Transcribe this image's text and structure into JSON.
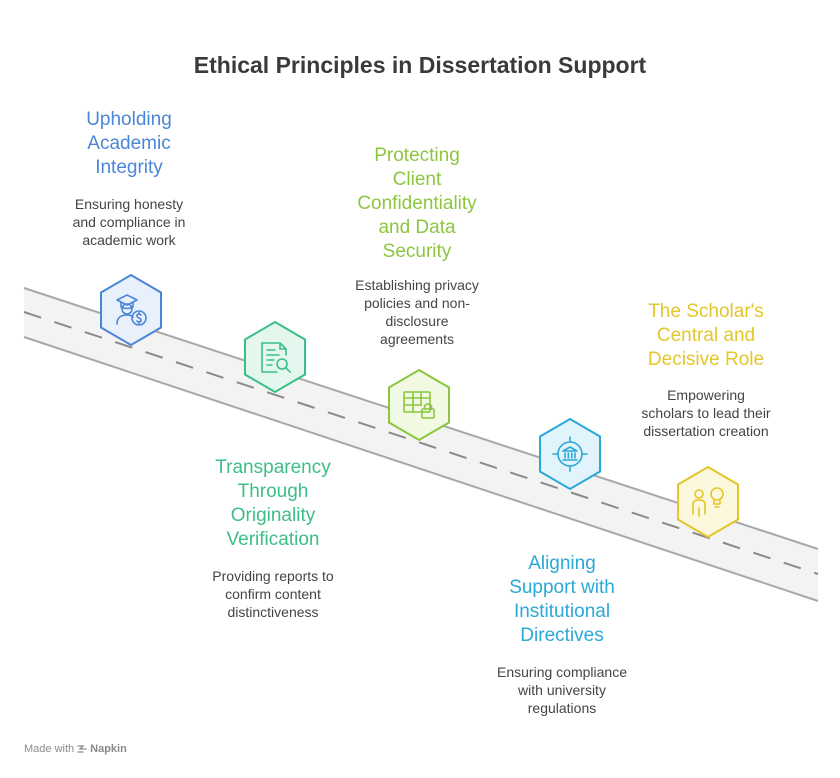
{
  "title": "Ethical Principles in Dissertation Support",
  "steps": [
    {
      "heading": "Upholding Academic Integrity",
      "heading_lines": [
        "Upholding",
        "Academic",
        "Integrity"
      ],
      "description_lines": [
        "Ensuring honesty",
        "and compliance in",
        "academic work"
      ],
      "icon": "graduate-money-icon",
      "color": "#4a86d8",
      "fill": "#e8f0fc"
    },
    {
      "heading": "Transparency Through Originality Verification",
      "heading_lines": [
        "Transparency",
        "Through",
        "Originality",
        "Verification"
      ],
      "description_lines": [
        "Providing reports to",
        "confirm content",
        "distinctiveness"
      ],
      "icon": "document-search-icon",
      "color": "#3cbf86",
      "fill": "#e4f7ee"
    },
    {
      "heading": "Protecting Client Confidentiality and Data Security",
      "heading_lines": [
        "Protecting",
        "Client",
        "Confidentiality",
        "and Data",
        "Security"
      ],
      "description_lines": [
        "Establishing privacy",
        "policies and non-",
        "disclosure",
        "agreements"
      ],
      "icon": "table-lock-icon",
      "color": "#8cc63f",
      "fill": "#f1f9e3"
    },
    {
      "heading": "Aligning Support with Institutional Directives",
      "heading_lines": [
        "Aligning",
        "Support with",
        "Institutional",
        "Directives"
      ],
      "description_lines": [
        "Ensuring compliance",
        "with university",
        "regulations"
      ],
      "icon": "institution-target-icon",
      "color": "#2aa8d8",
      "fill": "#e2f4fb"
    },
    {
      "heading": "The Scholar's Central and Decisive Role",
      "heading_lines": [
        "The Scholar's",
        "Central and",
        "Decisive Role"
      ],
      "description_lines": [
        "Empowering",
        "scholars to lead their",
        "dissertation creation"
      ],
      "icon": "person-idea-icon",
      "color": "#e3c62a",
      "fill": "#fcf8de"
    }
  ],
  "footer": {
    "made_with": "Made with",
    "brand": "Napkin"
  }
}
